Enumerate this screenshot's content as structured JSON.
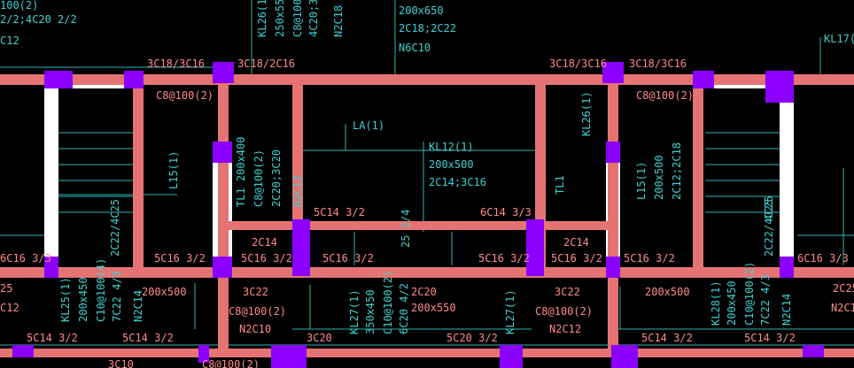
{
  "colors": {
    "background": "#000000",
    "beam": "#e57373",
    "column": "#8b00ff",
    "wall": "#ffffff",
    "text_red": "#ff8a8a",
    "text_cyan": "#3fd0d0",
    "line": "#2fb5b5"
  },
  "labels": {
    "tl1": "100(2)",
    "tl2": "2/2;4C20 2/2",
    "tl3": "C12",
    "kl26a": "KL26(1)",
    "kl26a2": "250x55",
    "kl26a3": "C8@100",
    "kl26a4": "4C20;3C",
    "kl26a5": "N2C18",
    "top1": "200x650",
    "top2": "2C18;2C22",
    "top3": "N6C10",
    "kl17": "KL17(",
    "r1": "3C18/3C16",
    "r2": "3C18/2C16",
    "r3": "3C18/3C16",
    "r4": "3C18/3C16",
    "c8a": "C8@100(2)",
    "c8b": "C8@100(2)",
    "la": "LA(1)",
    "kl12": "KL12(1)",
    "kl12b": "200x500",
    "kl12c": "2C14;3C16",
    "kl26b": "KL26(1)",
    "l15a": "L15(1)",
    "tl1a": "TL1 200x400",
    "tl1b": "C8@100(2)",
    "tl1c": "2C20;3C20",
    "tl1d": "N2C12",
    "tlr": "TL1",
    "l15b": "L15(1)",
    "l15b2": "200x500",
    "l15b3": "2C12;2C18",
    "kl25r": "4C25",
    "m1": "5C14 3/2",
    "m2": "6C14 3/3",
    "cm1": "2C14",
    "cm2": "2C14",
    "cm3": "25 2/4",
    "b1": "6C16 3/3",
    "b2": "5C16 3/2",
    "b3": "5C16 3/2",
    "b4": "5C16 3/2",
    "b5": "5C16 3/2",
    "b6": "5C16 3/2",
    "b7": "5C16 3/2",
    "b8": "6C16 3/3",
    "kl25a": "KL25(1)",
    "kl25a2": "200x450",
    "kl25a3": "C10@100(4)",
    "kl25a4": "7C22 4/3",
    "kl25a5": "N2C14",
    "kl25b": "2C22/4C25",
    "d1": "200x500",
    "d2": "3C22",
    "d3": "C8@100(2)",
    "d4": "N2C10",
    "kl27a": "KL27(1)",
    "kl27a2": "350x450",
    "kl27a3": "C10@100(2)",
    "kl27a4": "6C20 4/2",
    "kl27b": "2C20",
    "kl27b2": "200x550",
    "kl27c": "KL27(1)",
    "e1": "3C22",
    "e2": "C8@100(2)",
    "e3": "N2C12",
    "e4": "200x500",
    "kl28": "KL28(1)",
    "kl28b": "200x450",
    "kl28c": "C10@100(2)",
    "kl28d": "7C22 4/3",
    "kl28e": "N2C14",
    "kl28f": "2C22/4C25",
    "lf1": "25",
    "lf2": "C12",
    "rf1": "2C25",
    "rf2": "N2C1",
    "f1": "5C14 3/2",
    "f2": "5C14 3/2",
    "f3": "3C20",
    "f4": "5C20 3/2",
    "f5": "5C14 3/2",
    "f6": "5C14 3/2",
    "g1": "3C10",
    "g2": "C8@100(2)"
  }
}
